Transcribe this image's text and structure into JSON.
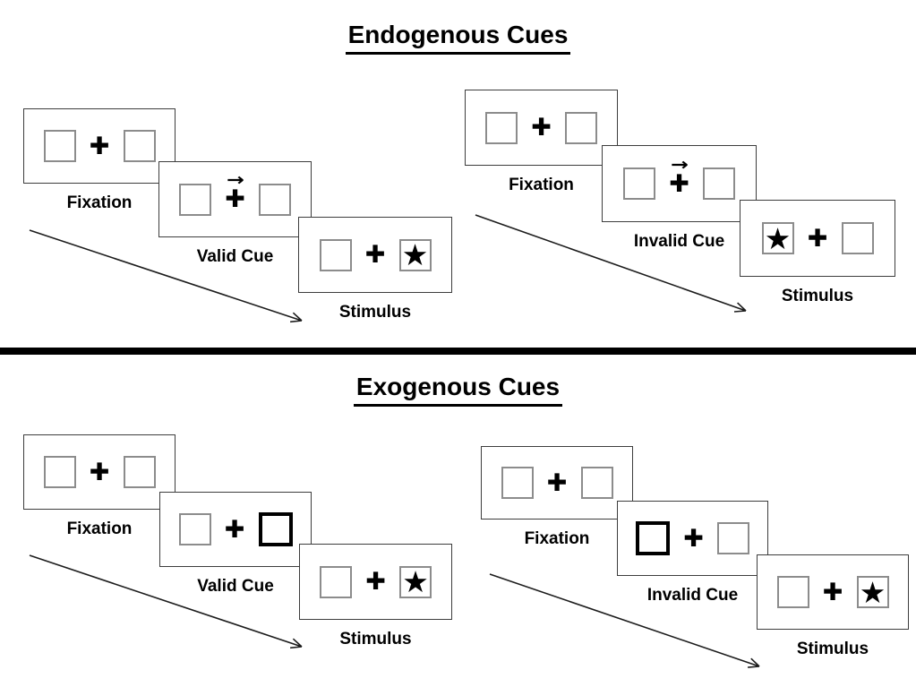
{
  "symbols": {
    "plus": "✚",
    "star": "★",
    "cue_arrow": "→"
  },
  "colors": {
    "background": "#ffffff",
    "text": "#000000",
    "panel_border": "#3d3d3d",
    "box_border": "#8c8c8c",
    "highlight_border": "#000000",
    "divider": "#000000"
  },
  "sections": [
    {
      "title": "Endogenous Cues",
      "groups": [
        {
          "id": "valid",
          "panels": [
            {
              "label": "Fixation",
              "left_box": "empty",
              "right_box": "empty",
              "cue_arrow": false
            },
            {
              "label": "Valid Cue",
              "left_box": "empty",
              "right_box": "empty",
              "cue_arrow": true,
              "cue_arrow_direction": "right"
            },
            {
              "label": "Stimulus",
              "left_box": "empty",
              "right_box": "star",
              "cue_arrow": false
            }
          ]
        },
        {
          "id": "invalid",
          "panels": [
            {
              "label": "Fixation",
              "left_box": "empty",
              "right_box": "empty",
              "cue_arrow": false
            },
            {
              "label": "Invalid Cue",
              "left_box": "empty",
              "right_box": "empty",
              "cue_arrow": true,
              "cue_arrow_direction": "right"
            },
            {
              "label": "Stimulus",
              "left_box": "star",
              "right_box": "empty",
              "cue_arrow": false
            }
          ]
        }
      ]
    },
    {
      "title": "Exogenous Cues",
      "groups": [
        {
          "id": "valid",
          "panels": [
            {
              "label": "Fixation",
              "left_box": "empty",
              "right_box": "empty",
              "cue_arrow": false
            },
            {
              "label": "Valid Cue",
              "left_box": "empty",
              "right_box": "highlight",
              "cue_arrow": false
            },
            {
              "label": "Stimulus",
              "left_box": "empty",
              "right_box": "star",
              "cue_arrow": false
            }
          ]
        },
        {
          "id": "invalid",
          "panels": [
            {
              "label": "Fixation",
              "left_box": "empty",
              "right_box": "empty",
              "cue_arrow": false
            },
            {
              "label": "Invalid Cue",
              "left_box": "highlight",
              "right_box": "empty",
              "cue_arrow": false
            },
            {
              "label": "Stimulus",
              "left_box": "empty",
              "right_box": "star",
              "cue_arrow": false
            }
          ]
        }
      ]
    }
  ]
}
